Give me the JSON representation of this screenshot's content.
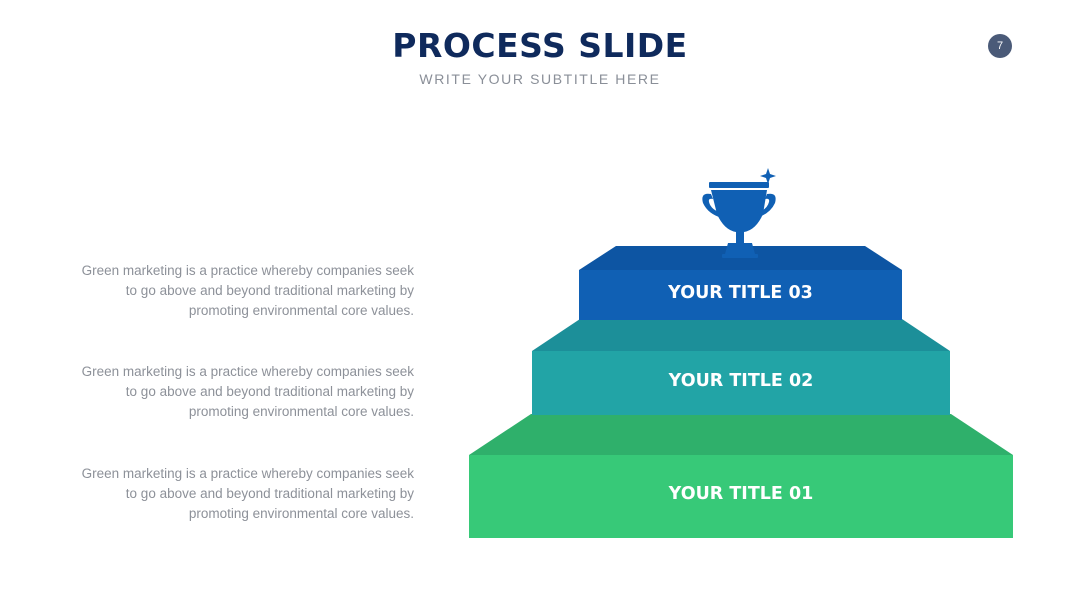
{
  "slide": {
    "title": "PROCESS SLIDE",
    "subtitle": "WRITE YOUR SUBTITLE HERE",
    "page_number": "7"
  },
  "steps": [
    {
      "label": "YOUR TITLE 01",
      "description": "Green marketing is a practice whereby companies seek to go above and beyond traditional marketing by promoting environmental core values.",
      "color": "#37c978"
    },
    {
      "label": "YOUR TITLE 02",
      "description": "Green marketing is a practice whereby companies seek to go above and beyond traditional marketing by promoting environmental core values.",
      "color": "#22a4a6"
    },
    {
      "label": "YOUR TITLE 03",
      "description": "Green marketing is a practice whereby companies seek to go above and beyond traditional marketing by promoting environmental core values.",
      "color": "#1060b4"
    }
  ],
  "icons": {
    "top": "trophy-icon",
    "sparkle": "sparkle-icon"
  },
  "colors": {
    "title": "#0f2a5c",
    "trophy": "#1060b4"
  }
}
